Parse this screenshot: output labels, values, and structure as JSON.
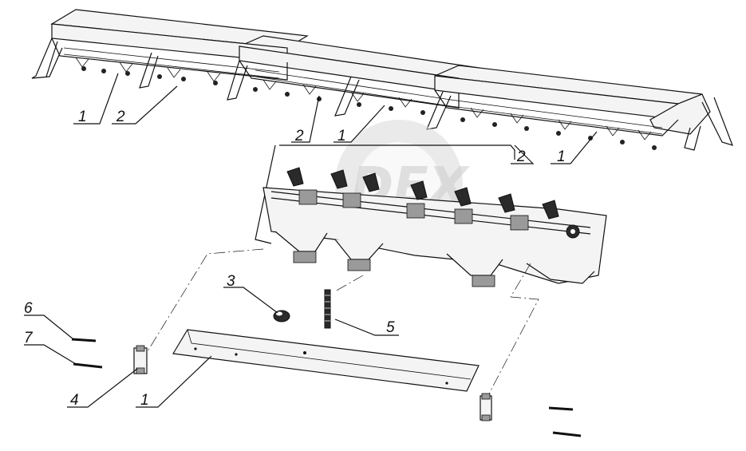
{
  "diagram": {
    "callouts": {
      "top_1a": "1",
      "top_2a": "2",
      "top_2b": "2",
      "top_1b": "1",
      "top_2c": "2",
      "top_1c": "1",
      "part_3": "3",
      "part_5": "5",
      "part_6": "6",
      "part_7": "7",
      "part_4": "4",
      "part_1": "1"
    },
    "watermark": "DEX"
  }
}
